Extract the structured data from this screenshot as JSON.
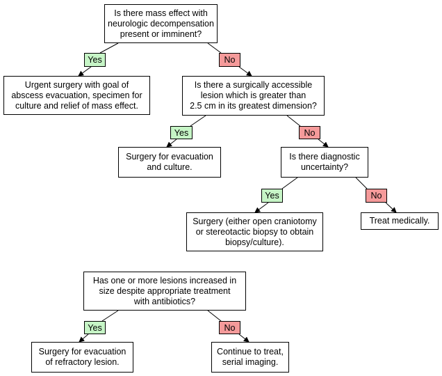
{
  "nodes": {
    "q1": "Is there mass effect with\nneurologic decompensation\npresent or imminent?",
    "a_urgent": "Urgent surgery with goal of\nabscess evacuation, specimen for\nculture and relief of mass effect.",
    "q2": "Is there a surgically accessible\nlesion which is greater than\n2.5 cm in its greatest dimension?",
    "a_surgery_evac": "Surgery for evacuation\nand culture.",
    "q3": "Is there diagnostic\nuncertainty?",
    "a_surgery_biopsy": "Surgery (either open craniotomy\nor stereotactic biopsy to obtain\nbiopsy/culture).",
    "a_treat": "Treat medically.",
    "q4": "Has one or more lesions increased in\nsize despite appropriate treatment\nwith antibiotics?",
    "a_refractory": "Surgery for evacuation\nof refractory lesion.",
    "a_continue": "Continue to treat,\nserial imaging."
  },
  "labels": {
    "yes": "Yes",
    "no": "No"
  },
  "colors": {
    "yes_fill": "#c6f5c6",
    "no_fill": "#f59a9a",
    "border": "#000000"
  }
}
